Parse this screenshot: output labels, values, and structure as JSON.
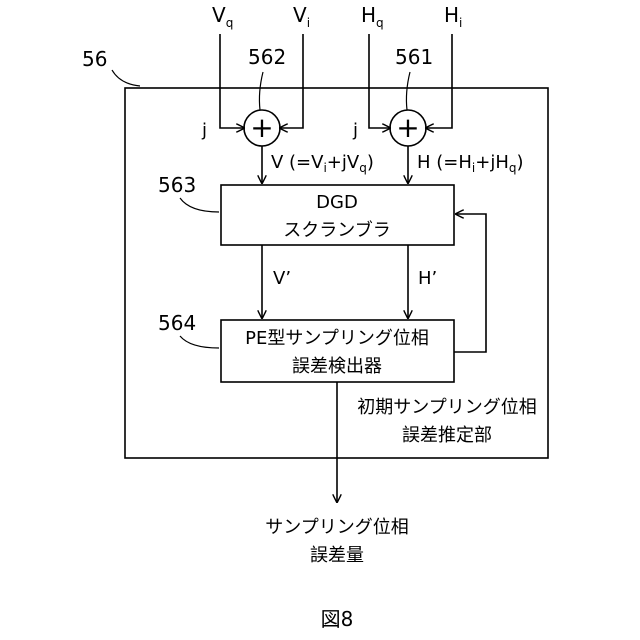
{
  "inputs": {
    "vq": {
      "main": "V",
      "sub": "q"
    },
    "vi": {
      "main": "V",
      "sub": "i"
    },
    "hq": {
      "main": "H",
      "sub": "q"
    },
    "hi": {
      "main": "H",
      "sub": "i"
    }
  },
  "refs": {
    "outer": "56",
    "adder_v": "562",
    "adder_h": "561",
    "dgd_block": "563",
    "pe_block": "564"
  },
  "adder": {
    "j_v": "j",
    "j_h": "j",
    "plus_symbol": "+"
  },
  "signals": {
    "v": {
      "a": "V (=V",
      "i": "i",
      "b": "+jV",
      "q": "q",
      "c": ")"
    },
    "h": {
      "a": "H (=H",
      "i": "i",
      "b": "+jH",
      "q": "q",
      "c": ")"
    },
    "v_prime": "V’",
    "h_prime": "H’"
  },
  "blocks": {
    "dgd": {
      "line1": "DGD",
      "line2": "スクランブラ"
    },
    "pe": {
      "line1": "PE型サンプリング位相",
      "line2": "誤差検出器"
    }
  },
  "unit_label": {
    "line1": "初期サンプリング位相",
    "line2": "誤差推定部"
  },
  "output": {
    "line1": "サンプリング位相",
    "line2": "誤差量"
  },
  "figure_caption": "図8"
}
